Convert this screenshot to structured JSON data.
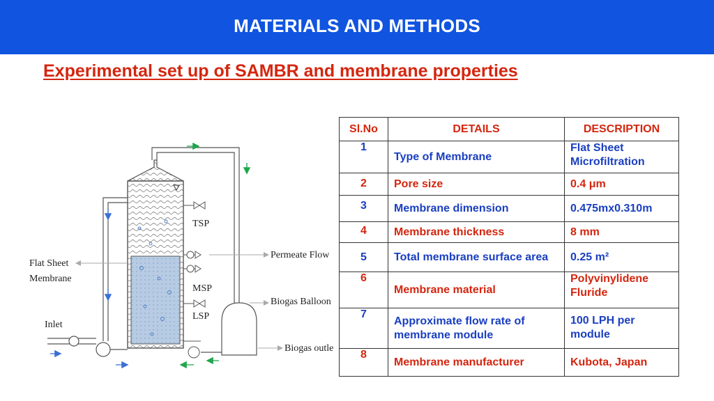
{
  "header": {
    "title": "MATERIALS AND METHODS"
  },
  "subtitle": "Experimental set up of SAMBR and membrane properties",
  "diagram": {
    "labels": {
      "tsp": "TSP",
      "msp": "MSP",
      "lsp": "LSP",
      "flat_sheet_1": "Flat Sheet",
      "flat_sheet_2": "Membrane",
      "inlet": "Inlet",
      "permeate": "Permeate Flow",
      "biogas_balloon": "Biogas Balloon",
      "biogas_outlet": "Biogas outlet"
    }
  },
  "table": {
    "headers": {
      "sl": "Sl.No",
      "details": "DETAILS",
      "description": "DESCRIPTION"
    },
    "rows": [
      {
        "sl": "1",
        "detail": "Type of Membrane",
        "description": "Flat Sheet Microfiltration"
      },
      {
        "sl": "2",
        "detail": "Pore size",
        "description": "0.4 μm"
      },
      {
        "sl": "3",
        "detail": "Membrane dimension",
        "description": "0.475mx0.310m"
      },
      {
        "sl": "4",
        "detail": "Membrane thickness",
        "description": "8 mm"
      },
      {
        "sl": "5",
        "detail": "Total membrane surface area",
        "description": "0.25 m²"
      },
      {
        "sl": "6",
        "detail": "Membrane material",
        "description": "Polyvinylidene Fluride"
      },
      {
        "sl": "7",
        "detail": "Approximate flow rate of membrane module",
        "description": "100 LPH per module"
      },
      {
        "sl": "8",
        "detail": "Membrane manufacturer",
        "description": "Kubota, Japan"
      }
    ]
  },
  "colors": {
    "banner": "#1054e0",
    "accent_red": "#d4260f",
    "accent_blue": "#1a3fc0",
    "arrow_blue": "#3b6fd4",
    "arrow_green": "#1fa64a"
  }
}
